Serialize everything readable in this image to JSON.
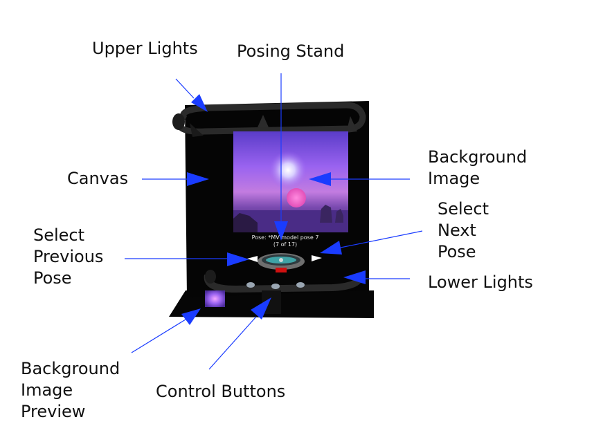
{
  "labels": {
    "upper_lights": "Upper Lights",
    "posing_stand": "Posing Stand",
    "background_image": "Background\nImage",
    "canvas": "Canvas",
    "select_next_pose": "Select\nNext\nPose",
    "select_previous_pose": "Select\nPrevious\nPose",
    "lower_lights": "Lower Lights",
    "background_image_preview": "Background\nImage\nPreview",
    "control_buttons": "Control Buttons"
  },
  "pose_caption": {
    "line1": "Pose: *MV    model pose 7",
    "line2": "(7 of 17)"
  },
  "colors": {
    "arrow": "#1a3cff",
    "line": "#1a3cff",
    "label_text": "#111111",
    "device_body": "#050505"
  }
}
